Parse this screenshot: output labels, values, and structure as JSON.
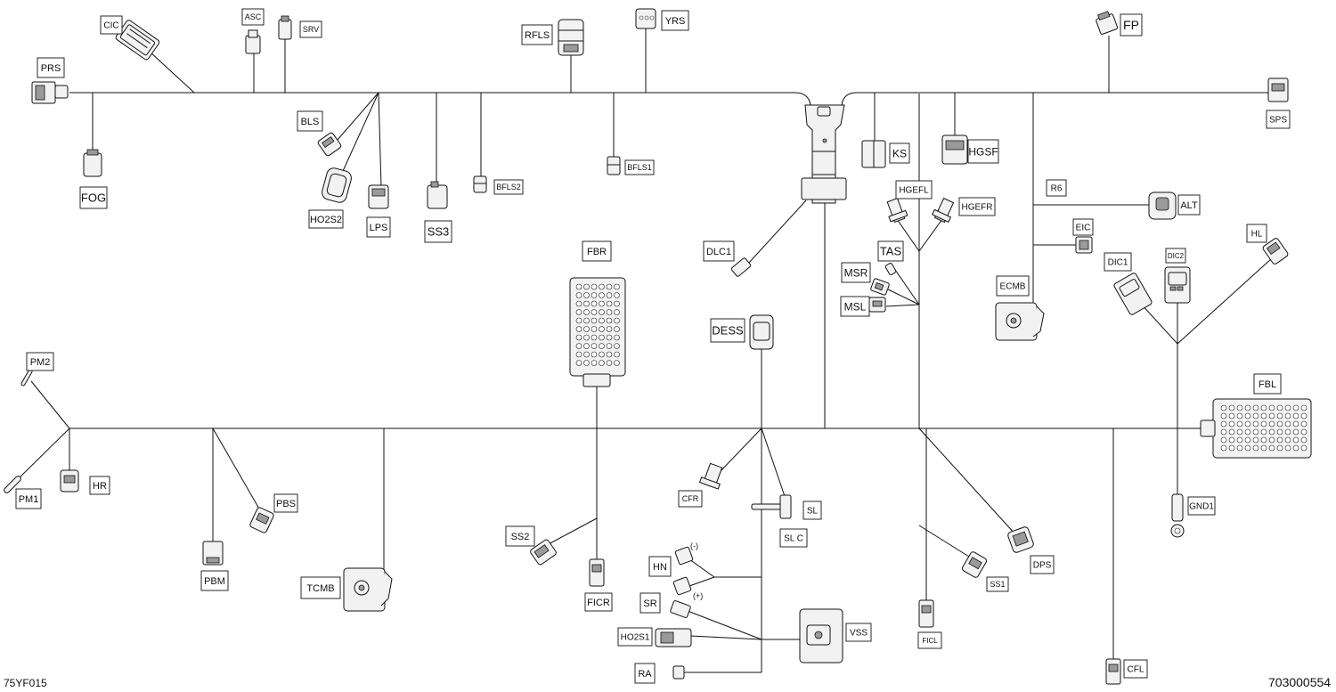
{
  "connectors": [
    {
      "id": "CIC",
      "label": "CIC"
    },
    {
      "id": "ASC",
      "label": "ASC"
    },
    {
      "id": "SRV",
      "label": "SRV"
    },
    {
      "id": "RFLS",
      "label": "RFLS"
    },
    {
      "id": "YRS",
      "label": "YRS"
    },
    {
      "id": "FP",
      "label": "FP"
    },
    {
      "id": "PRS",
      "label": "PRS"
    },
    {
      "id": "SPS",
      "label": "SPS"
    },
    {
      "id": "FOG",
      "label": "FOG"
    },
    {
      "id": "BLS",
      "label": "BLS"
    },
    {
      "id": "HO2S2",
      "label": "HO2S2"
    },
    {
      "id": "LPS",
      "label": "LPS"
    },
    {
      "id": "SS3",
      "label": "SS3"
    },
    {
      "id": "BFLS2",
      "label": "BFLS2"
    },
    {
      "id": "BFLS1",
      "label": "BFLS1"
    },
    {
      "id": "KS",
      "label": "KS"
    },
    {
      "id": "HGSF",
      "label": "HGSF"
    },
    {
      "id": "R6",
      "label": "R6"
    },
    {
      "id": "ALT",
      "label": "ALT"
    },
    {
      "id": "HGEFL",
      "label": "HGEFL"
    },
    {
      "id": "HGEFR",
      "label": "HGEFR"
    },
    {
      "id": "DLC1",
      "label": "DLC1"
    },
    {
      "id": "FBR",
      "label": "FBR"
    },
    {
      "id": "TAS",
      "label": "TAS"
    },
    {
      "id": "EIC",
      "label": "EIC"
    },
    {
      "id": "HL",
      "label": "HL"
    },
    {
      "id": "MSR",
      "label": "MSR"
    },
    {
      "id": "DIC1",
      "label": "DIC1"
    },
    {
      "id": "DIC2",
      "label": "DIC2"
    },
    {
      "id": "ECMB",
      "label": "ECMB"
    },
    {
      "id": "MSL",
      "label": "MSL"
    },
    {
      "id": "DESS",
      "label": "DESS"
    },
    {
      "id": "PM2",
      "label": "PM2"
    },
    {
      "id": "FBL",
      "label": "FBL"
    },
    {
      "id": "HR",
      "label": "HR"
    },
    {
      "id": "PM1",
      "label": "PM1"
    },
    {
      "id": "CFR",
      "label": "CFR"
    },
    {
      "id": "PBS",
      "label": "PBS"
    },
    {
      "id": "SL",
      "label": "SL"
    },
    {
      "id": "GND1",
      "label": "GND1"
    },
    {
      "id": "SS2",
      "label": "SS2"
    },
    {
      "id": "SLC",
      "label": "SL C"
    },
    {
      "id": "PBM",
      "label": "PBM"
    },
    {
      "id": "HN",
      "label": "HN"
    },
    {
      "id": "DPS",
      "label": "DPS"
    },
    {
      "id": "TCMB",
      "label": "TCMB"
    },
    {
      "id": "FICR",
      "label": "FICR"
    },
    {
      "id": "SS1",
      "label": "SS1"
    },
    {
      "id": "SR",
      "label": "SR"
    },
    {
      "id": "VSS",
      "label": "VSS"
    },
    {
      "id": "HO2S1",
      "label": "HO2S1"
    },
    {
      "id": "FICL",
      "label": "FICL"
    },
    {
      "id": "RA",
      "label": "RA"
    },
    {
      "id": "CFL",
      "label": "CFL"
    }
  ],
  "annotations": {
    "minus": "(-)",
    "plus": "(+)"
  },
  "codes": {
    "left": "75YF015",
    "right": "703000554"
  }
}
